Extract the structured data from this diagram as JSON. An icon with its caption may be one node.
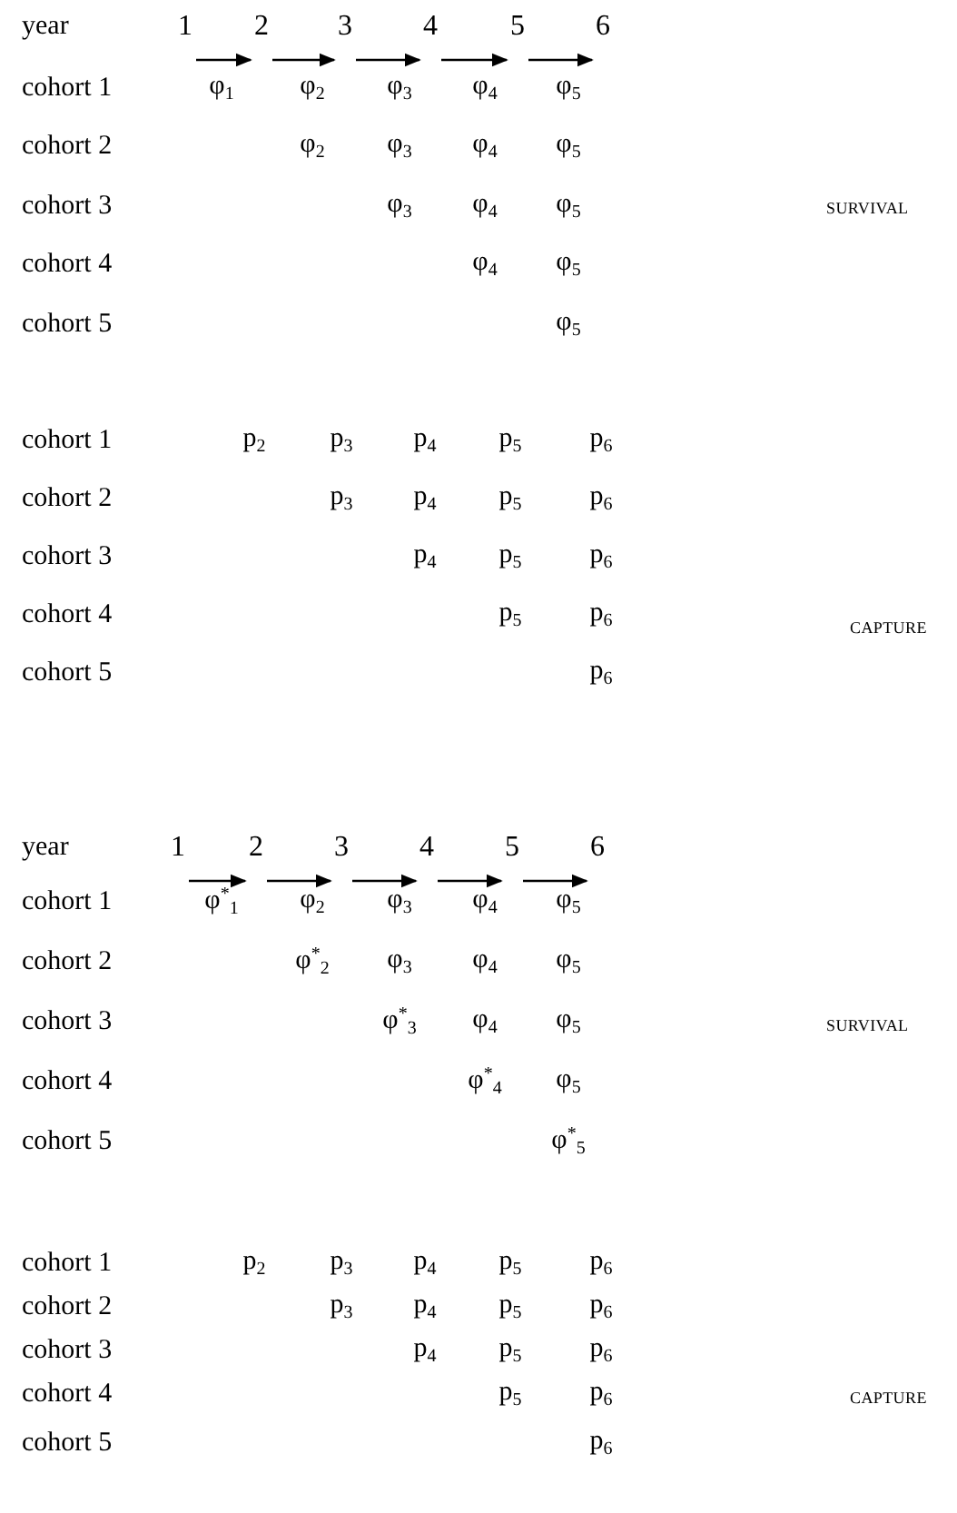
{
  "diagram": {
    "nodes": [
      {
        "text": [
          "1"
        ]
      },
      {
        "text": [
          "2"
        ]
      },
      {
        "text": [
          "3"
        ]
      },
      {
        "text": [
          "4"
        ]
      },
      {
        "text": [
          "5"
        ]
      },
      {
        "text": [
          "6"
        ]
      },
      {
        "text": [
          "1"
        ]
      },
      {
        "text": [
          "2"
        ]
      },
      {
        "text": [
          "3"
        ]
      },
      {
        "text": [
          "4"
        ]
      },
      {
        "text": [
          "5"
        ]
      },
      {
        "text": [
          "6"
        ]
      }
    ],
    "edges": [
      {
        "from": 0,
        "to": 1,
        "arrow": "to"
      },
      {
        "from": 1,
        "to": 2,
        "arrow": "to"
      },
      {
        "from": 2,
        "to": 3,
        "arrow": "to"
      },
      {
        "from": 3,
        "to": 4,
        "arrow": "to"
      },
      {
        "from": 4,
        "to": 5,
        "arrow": "to"
      },
      {
        "from": 6,
        "to": 7,
        "arrow": "to"
      },
      {
        "from": 7,
        "to": 8,
        "arrow": "to"
      },
      {
        "from": 8,
        "to": 9,
        "arrow": "to"
      },
      {
        "from": 9,
        "to": 10,
        "arrow": "to"
      },
      {
        "from": 10,
        "to": 11,
        "arrow": "to"
      }
    ],
    "labels": [
      "year",
      "cohort 1",
      "φ$_{1}$",
      "φ$_{2}$",
      "φ$_{3}$",
      "φ$_{4}$",
      "φ$_{5}$",
      "cohort 2",
      "φ$_{2}$",
      "φ$_{3}$",
      "φ$_{4}$",
      "φ$_{5}$",
      "cohort 3",
      "φ$_{3}$",
      "φ$_{4}$",
      "φ$_{5}$",
      "SURVIVAL",
      "cohort 4",
      "φ$_{4}$",
      "φ$_{5}$",
      "cohort 5",
      "φ$_{5}$",
      "cohort 1",
      "p$_{2}$",
      "p$_{3}$",
      "p$_{4}$",
      "p$_{5}$",
      "p$_{6}$",
      "cohort 2",
      "p$_{3}$",
      "p$_{4}$",
      "p$_{5}$",
      "p$_{6}$",
      "cohort 3",
      "p$_{4}$",
      "p$_{5}$",
      "p$_{6}$",
      "cohort 4",
      "p$_{5}$",
      "p$_{6}$",
      "CAPTURE",
      "cohort 5",
      "p$_{6}$",
      "year",
      "cohort 1",
      "φ$^{*}$$_{1}$",
      "φ$_{2}$",
      "φ$_{3}$",
      "φ$_{4}$",
      "φ$_{5}$",
      "cohort 2",
      "φ$^{*}$$_{2}$",
      "φ$_{3}$",
      "φ$_{4}$",
      "φ$_{5}$",
      "cohort 3",
      "φ$^{*}$$_{3}$",
      "φ$_{4}$",
      "φ$_{5}$",
      "SURVIVAL",
      "cohort 4",
      "φ$^{*}$$_{4}$",
      "φ$_{5}$",
      "cohort 5",
      "φ$^{*}$$_{5}$",
      "cohort 1",
      "p$_{2}$",
      "p$_{3}$",
      "p$_{4}$",
      "p$_{5}$",
      "p$_{6}$",
      "cohort 2",
      "p$_{3}$",
      "p$_{4}$",
      "p$_{5}$",
      "p$_{6}$",
      "cohort 3",
      "p$_{4}$",
      "p$_{5}$",
      "p$_{6}$",
      "cohort 4",
      "p$_{5}$",
      "p$_{6}$",
      "CAPTURE",
      "cohort 5",
      "p$_{6}$"
    ]
  }
}
